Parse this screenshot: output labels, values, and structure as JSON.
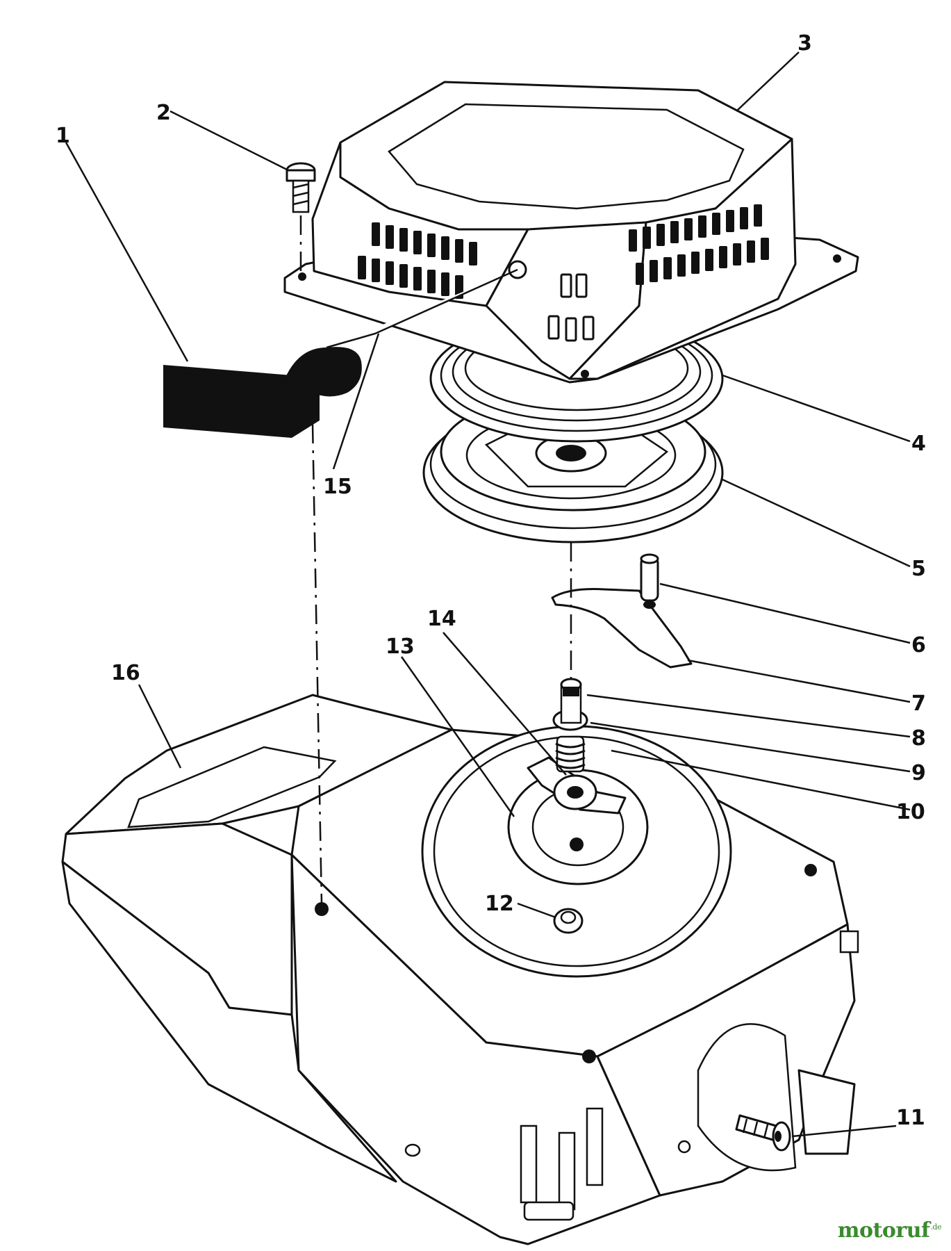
{
  "callouts": {
    "c1": "1",
    "c2": "2",
    "c3": "3",
    "c4": "4",
    "c5": "5",
    "c6": "6",
    "c7": "7",
    "c8": "8",
    "c9": "9",
    "c10": "10",
    "c11": "11",
    "c12": "12",
    "c13": "13",
    "c14": "14",
    "c15": "15",
    "c16": "16"
  },
  "watermark": {
    "text": "motoruf",
    "suffix": ".de"
  },
  "colors": {
    "ink": "#111111",
    "paper": "#ffffff",
    "watermark": "#3a8a2e"
  }
}
